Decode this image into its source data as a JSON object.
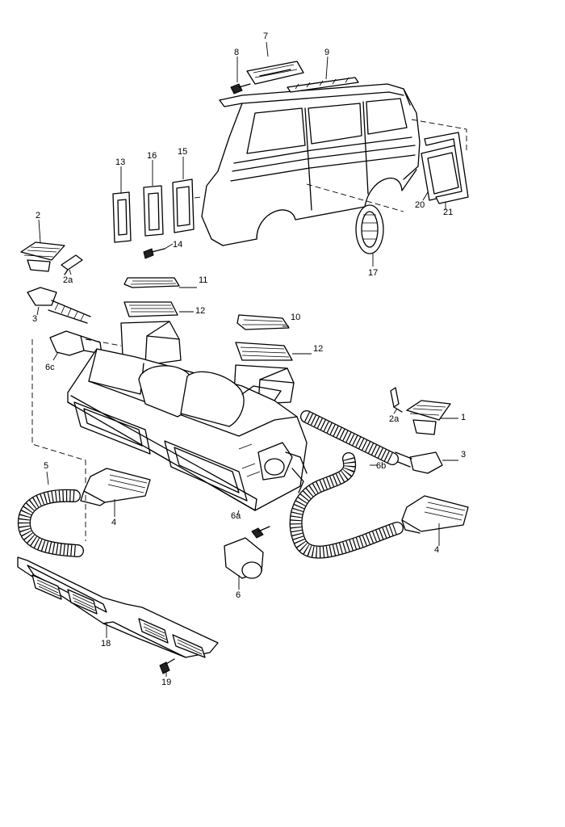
{
  "callouts": {
    "c1": "1",
    "c2": "2",
    "c2a_left": "2a",
    "c2a_right": "2a",
    "c3_left": "3",
    "c3_right": "3",
    "c4_left": "4",
    "c4_right": "4",
    "c5": "5",
    "c6": "6",
    "c6a": "6a",
    "c6b": "6b",
    "c6c": "6c",
    "c7": "7",
    "c8": "8",
    "c9": "9",
    "c10": "10",
    "c11": "11",
    "c12_upper": "12",
    "c12_lower": "12",
    "c13": "13",
    "c14": "14",
    "c15": "15",
    "c16": "16",
    "c17": "17",
    "c18": "18",
    "c19": "19",
    "c20": "20",
    "c21": "21"
  }
}
